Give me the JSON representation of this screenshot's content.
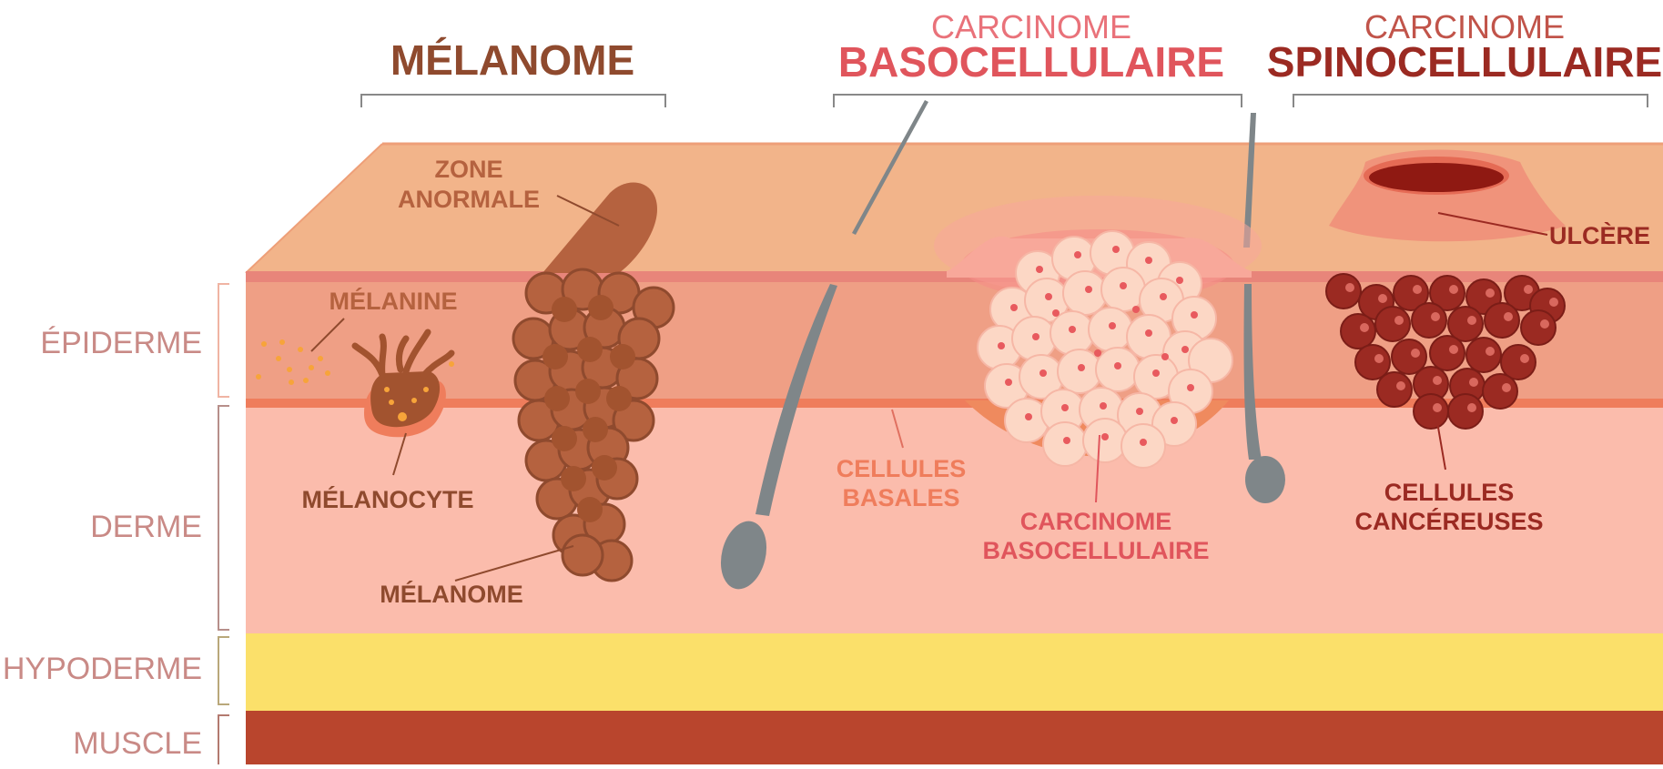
{
  "colors": {
    "melanoma_text": "#8f4a2e",
    "basal_text": "#e0555c",
    "squamous_text": "#9b2a22",
    "skin_top": "#f2b48a",
    "epidermis": "#ef9f85",
    "dermis": "#fbbcac",
    "hypodermis": "#fbe06a",
    "muscle": "#b9452d",
    "hair": "#7f8689"
  },
  "headers": {
    "melanome": "MÉLANOME",
    "basal_top": "CARCINOME",
    "basal_main": "BASOCELLULAIRE",
    "squamous_top": "CARCINOME",
    "squamous_main": "SPINOCELLULAIRE"
  },
  "layers": {
    "epiderme": "ÉPIDERME",
    "derme": "DERME",
    "hypoderme": "HYPODERME",
    "muscle": "MUSCLE"
  },
  "labels": {
    "zone_1": "ZONE",
    "zone_2": "ANORMALE",
    "melanine": "MÉLANINE",
    "melanocyte": "MÉLANOCYTE",
    "melanome": "MÉLANOME",
    "basales_1": "CELLULES",
    "basales_2": "BASALES",
    "carcinome_1": "CARCINOME",
    "carcinome_2": "BASOCELLULAIRE",
    "ulcere": "ULCÈRE",
    "cancereuses_1": "CELLULES",
    "cancereuses_2": "CANCÉREUSES"
  }
}
